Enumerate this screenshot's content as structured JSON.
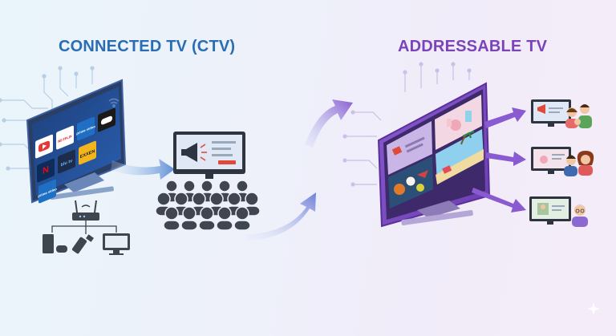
{
  "titles": {
    "ctv": "CONNECTED TV (CTV)",
    "addressable": "ADDRESSABLE TV"
  },
  "ctv_apps": [
    {
      "name": "youtube-app-icon",
      "text": ""
    },
    {
      "name": "netflix-app-icon",
      "text": "NETFLIX"
    },
    {
      "name": "prime-video-app-icon",
      "text": "prime video"
    },
    {
      "name": "gamepad-app-icon",
      "text": ""
    },
    {
      "name": "netflix-n-app-icon",
      "text": "N"
    },
    {
      "name": "blutv-app-icon",
      "text": "blu tv"
    },
    {
      "name": "exxen-app-icon",
      "text": "EXXEN"
    },
    {
      "name": "prime-video-2-app-icon",
      "text": "prime video"
    }
  ],
  "colors": {
    "ctv_blue": "#2a6db3",
    "addressable_purple": "#7a44b8",
    "device_dark": "#3f4650"
  },
  "icons": [
    "router-icon",
    "game-console-icon",
    "streaming-stick-icon",
    "monitor-icon",
    "megaphone-icon",
    "audience-crowd-icon",
    "family-icon",
    "woman-icon",
    "senior-man-icon"
  ]
}
